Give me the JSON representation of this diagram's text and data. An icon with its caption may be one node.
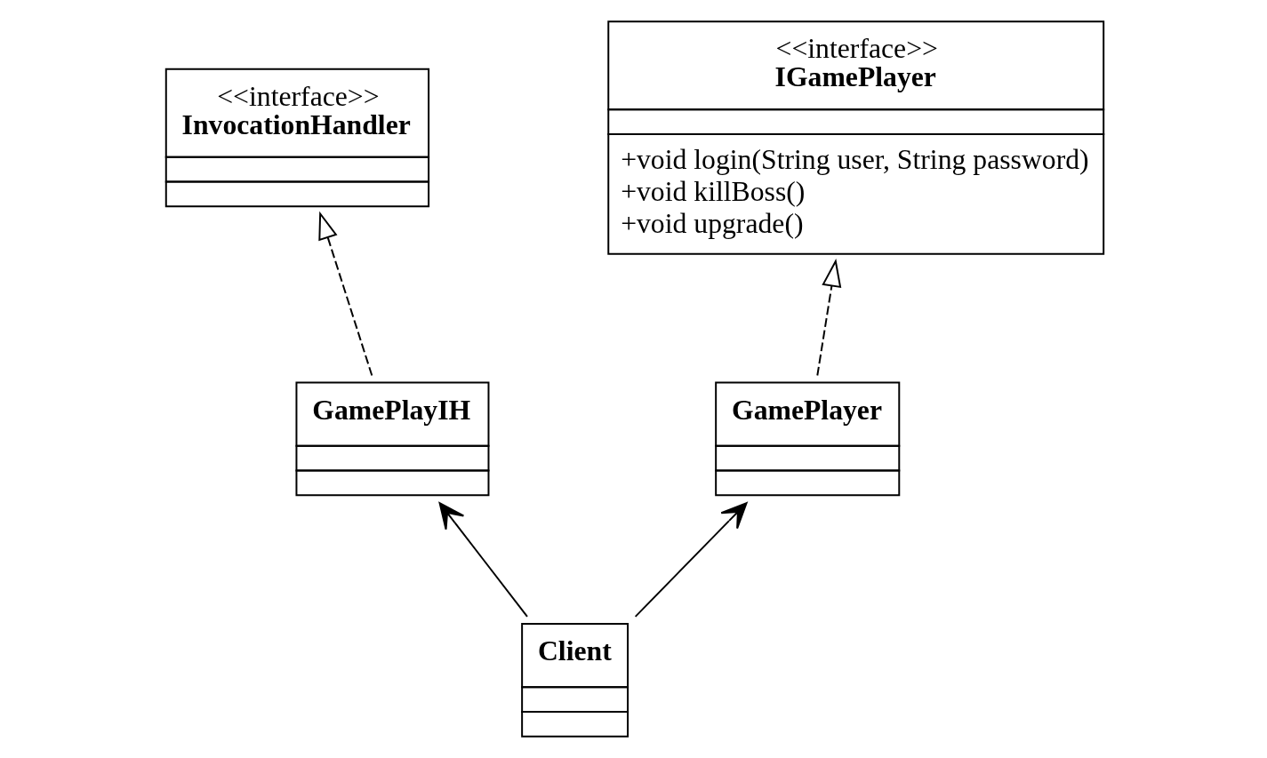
{
  "diagram": {
    "nodes": [
      {
        "text": [
          "<<interface>>",
          "InvocationHandler"
        ]
      },
      {
        "text": [
          "<<interface>>",
          "IGamePlayer",
          "+void login(String user, String password)",
          "+void killBoss()",
          "+void upgrade()"
        ]
      },
      {
        "text": [
          "GamePlayIH"
        ]
      },
      {
        "text": [
          "GamePlayer"
        ]
      },
      {
        "text": [
          "Client"
        ]
      }
    ],
    "edges": [
      {
        "from": 2,
        "to": 0,
        "arrow": "to",
        "style": "dashed"
      },
      {
        "from": 3,
        "to": 1,
        "arrow": "to",
        "style": "dashed"
      },
      {
        "from": 4,
        "to": 2,
        "arrow": "to"
      },
      {
        "from": 4,
        "to": 3,
        "arrow": "to"
      }
    ]
  }
}
